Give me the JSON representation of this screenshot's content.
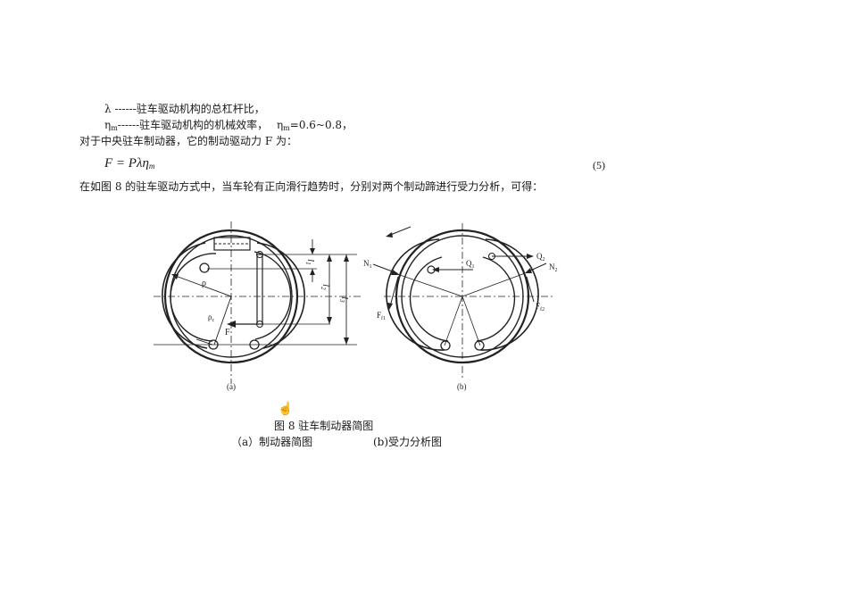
{
  "document": {
    "lines": {
      "lambda_def": {
        "symbol": "λ",
        "dashes": "------",
        "text": "驻车驱动机构的总杠杆比，"
      },
      "eta_def": {
        "symbol": "η",
        "sub": "m",
        "dashes": "------",
        "text": "驻车驱动机构的机械效率，",
        "range_symbol": "η",
        "range_sub": "m",
        "range_value": "=0.6~0.8，"
      },
      "intro": "对于中央驻车制动器，它的制动驱动力 F 为：",
      "equation": "F = Pλη",
      "equation_sub": "m",
      "equation_number": "(5)",
      "analysis": "在如图 8 的驻车驱动方式中，当车轮有正向滑行趋势时，分别对两个制动蹄进行受力分析，可得："
    },
    "figure": {
      "diagram_a": {
        "label": "(a)",
        "labels": {
          "rho": "ρ",
          "rho_c": "ρc",
          "force": "F",
          "l1": "l1",
          "l2": "l2",
          "l3": "l3"
        }
      },
      "diagram_b": {
        "label": "(b)",
        "labels": {
          "n1": "N1",
          "n2": "N2",
          "q1": "Q1",
          "q2": "Q2",
          "ff1": "Ff1",
          "ff2": "Ff2"
        }
      },
      "caption": "图 8  驻车制动器简图",
      "subcaption_a": "（a）制动器简图",
      "subcaption_b": "(b)受力分析图"
    },
    "cursor_icon": "hand-pointer-icon"
  }
}
